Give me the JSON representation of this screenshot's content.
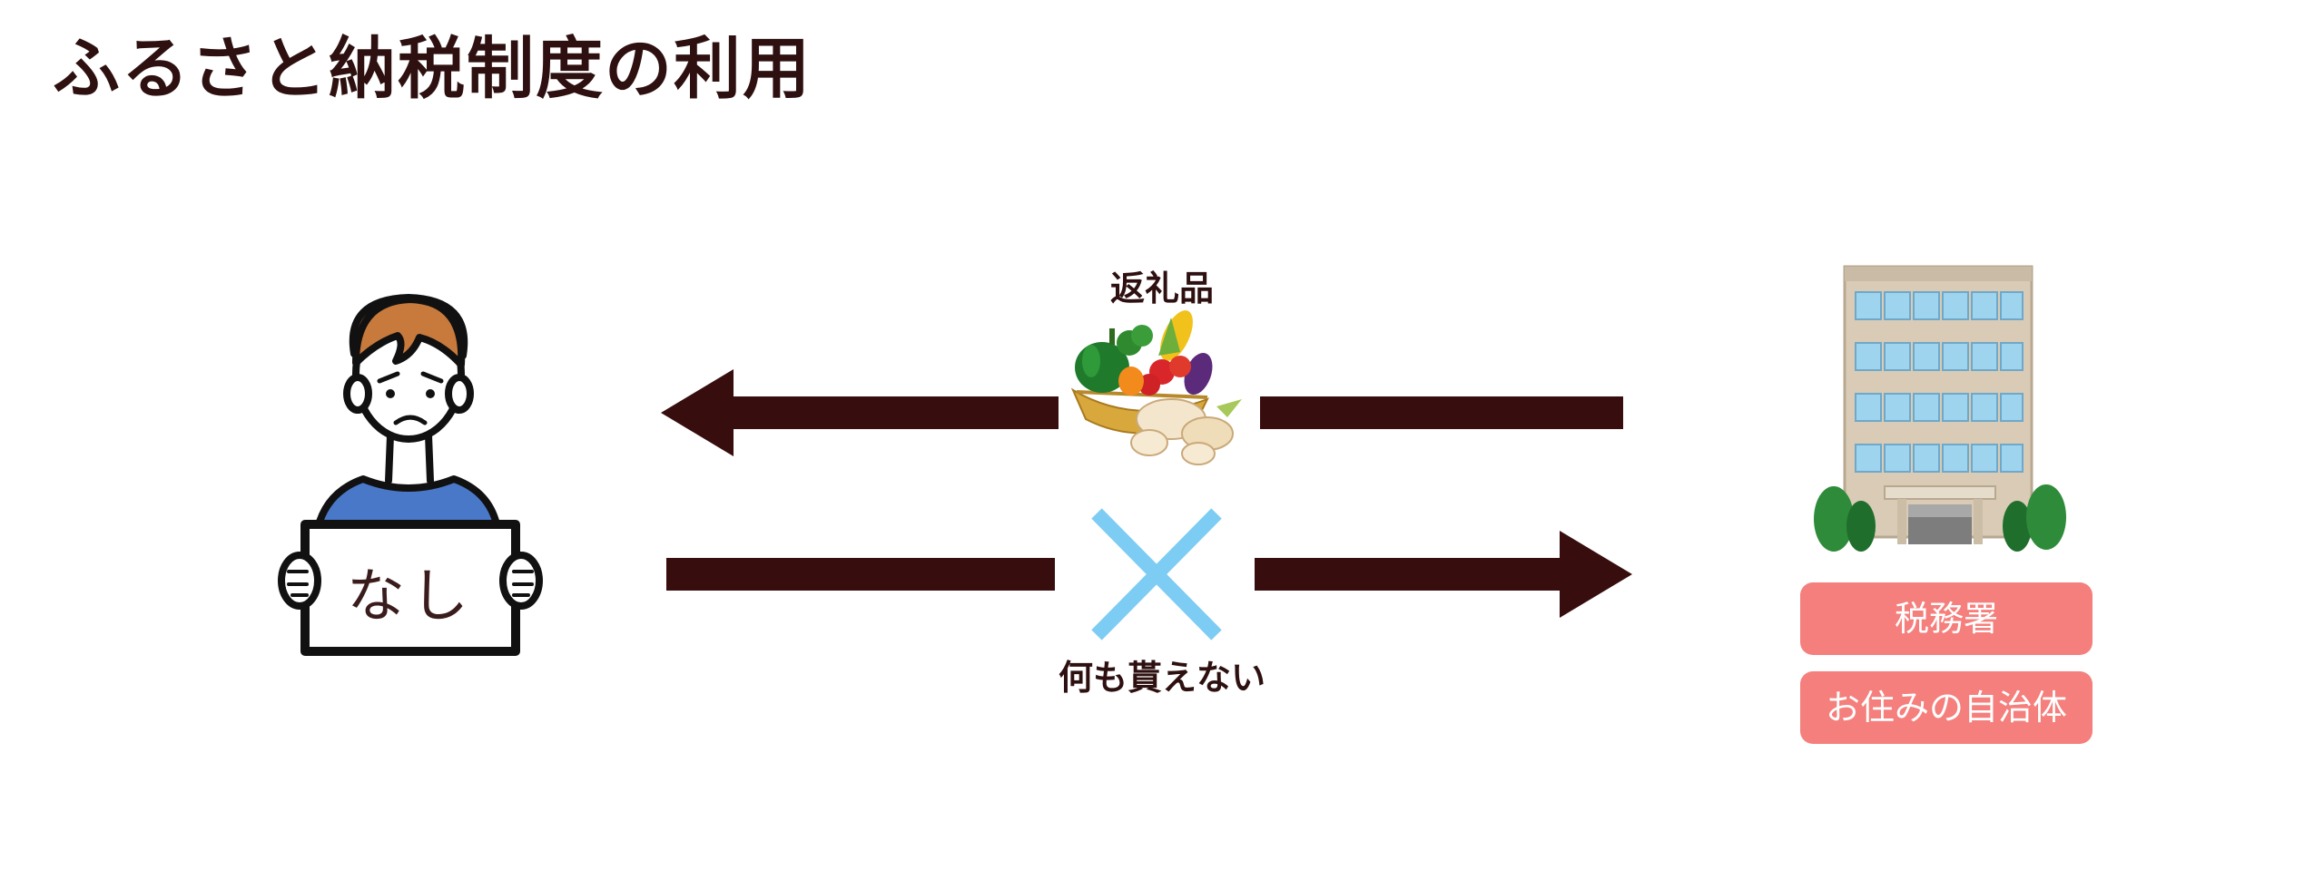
{
  "title": "ふるさと納税制度の利用",
  "flow": {
    "gift_label": "返礼品",
    "no_return_label": "何も貰えない"
  },
  "person": {
    "sign_text": "なし"
  },
  "recipients": {
    "tax_office": "税務署",
    "local_government": "お住みの自治体"
  },
  "colors": {
    "arrow": "#370d0d",
    "cross_mark": "#7dccf3",
    "tag_background": "#f47f7c",
    "title_text": "#2e1010"
  },
  "icons": {
    "person": "worried-person-holding-sign-icon",
    "gift": "vegetable-basket-and-seafood-icon",
    "building": "office-building-icon",
    "cross": "cross-mark-icon"
  }
}
